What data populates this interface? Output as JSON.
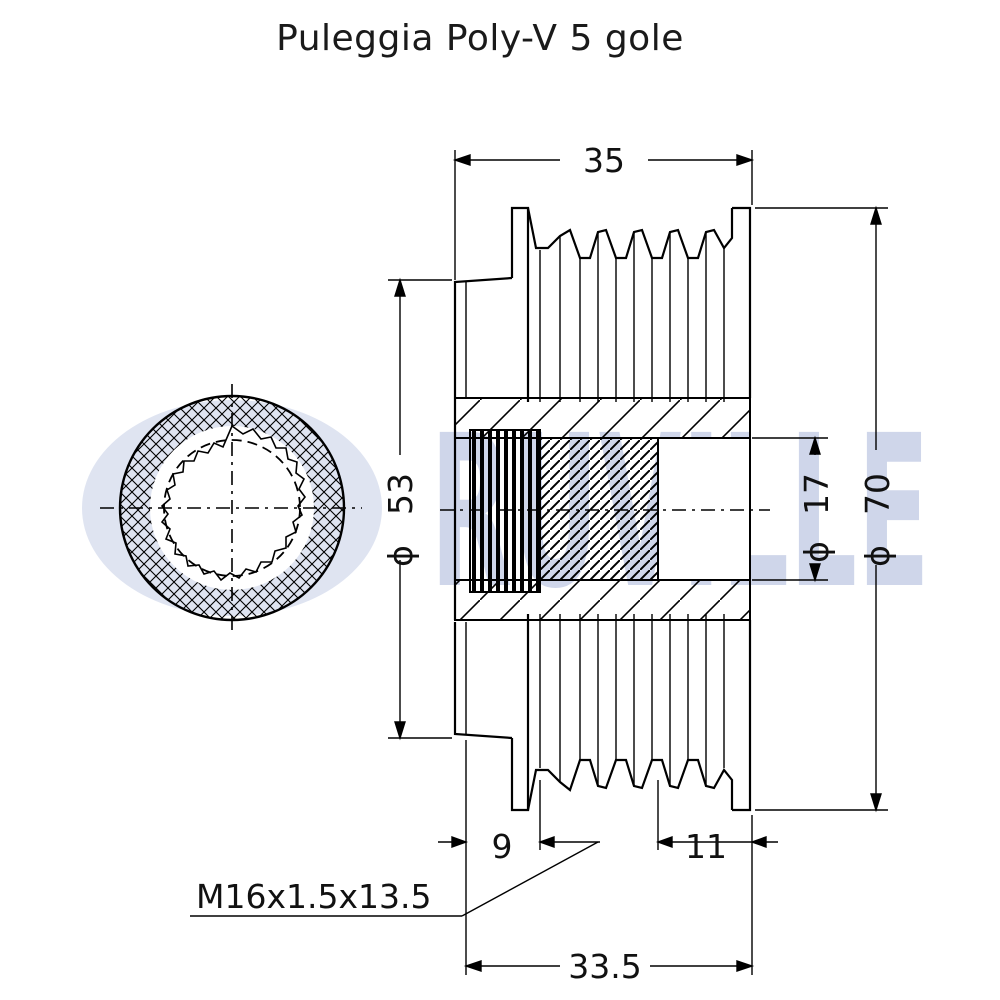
{
  "title": "Puleggia Poly-V 5 gole",
  "watermark": "RUVILLE",
  "dimensions": {
    "overall_length": "35",
    "body_length": "33.5",
    "diameter_outer": "70",
    "diameter_hub": "53",
    "diameter_bore": "17",
    "left_depth": "9",
    "right_depth": "11",
    "thread": "M16x1.5x13.5",
    "diameter_symbol": "ϕ"
  },
  "colors": {
    "line": "#000000",
    "watermark": "#cfd6ea"
  }
}
